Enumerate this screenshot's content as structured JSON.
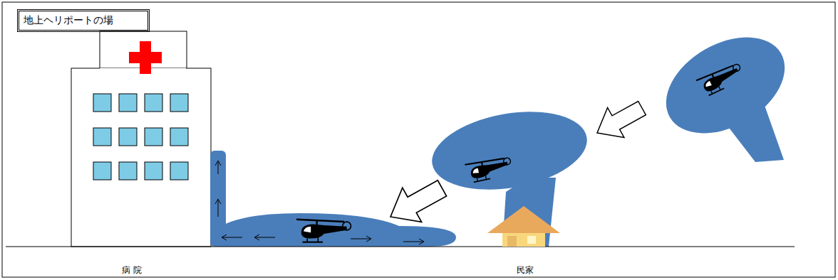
{
  "diagram": {
    "title": "地上ヘリポートの場",
    "labels": [
      "病 院",
      "民家"
    ]
  }
}
